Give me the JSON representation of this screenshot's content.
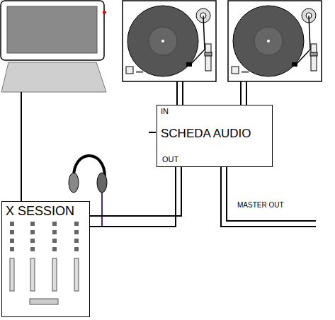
{
  "diagram": {
    "nodes": [
      {
        "text": [
          "IN",
          "SCHEDA AUDIO",
          "OUT"
        ]
      },
      {
        "text": [
          "X SESSION"
        ]
      }
    ],
    "edges": [
      {
        "from": 1,
        "to": 0,
        "arrow": "none"
      }
    ],
    "labels": [
      "MASTER OUT"
    ]
  }
}
